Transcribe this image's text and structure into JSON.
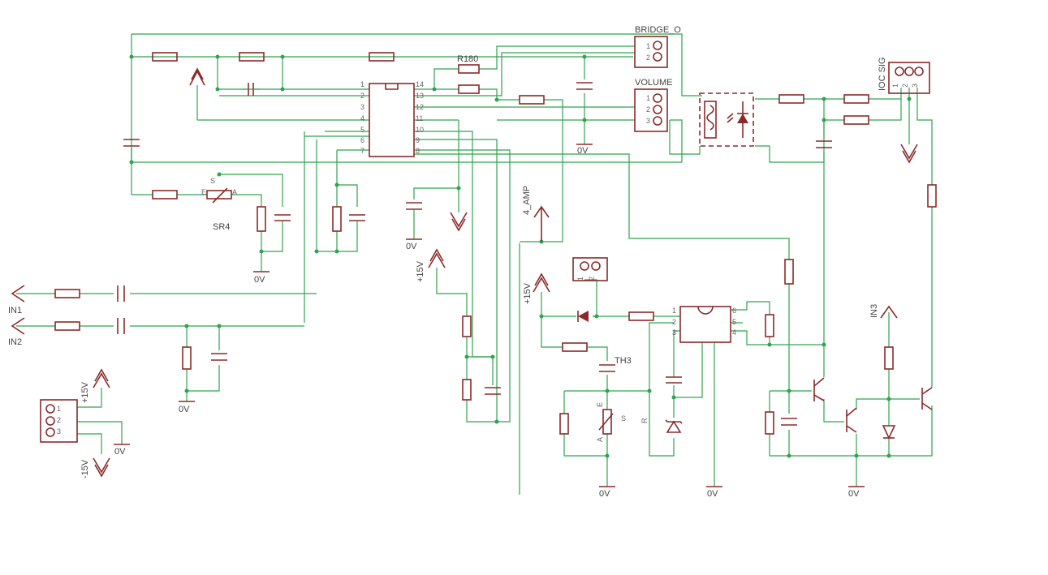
{
  "labels": {
    "bridge_o": "BRIDGE_O",
    "volume": "VOLUME",
    "ioc_sig": "IOC SIG",
    "r180": "R180",
    "sr4": "SR4",
    "th3": "TH3",
    "in1": "IN1",
    "in2": "IN2",
    "in3": "IN3",
    "amp4": "4_AMP",
    "p15": "+15V",
    "m15": "-15V",
    "gnd": "0V"
  },
  "pins": {
    "ic_left": [
      "1",
      "2",
      "3",
      "4",
      "5",
      "6",
      "7"
    ],
    "ic_right": [
      "14",
      "13",
      "12",
      "11",
      "10",
      "9",
      "8"
    ],
    "opto_left": [
      "1",
      "2",
      "3"
    ],
    "opto_right": [
      "6",
      "5",
      "4"
    ],
    "conn2": [
      "1",
      "2"
    ],
    "conn3": [
      "1",
      "2",
      "3"
    ],
    "pot": [
      "E",
      "A",
      "S"
    ],
    "th": [
      "E",
      "A",
      "S",
      "R"
    ]
  }
}
